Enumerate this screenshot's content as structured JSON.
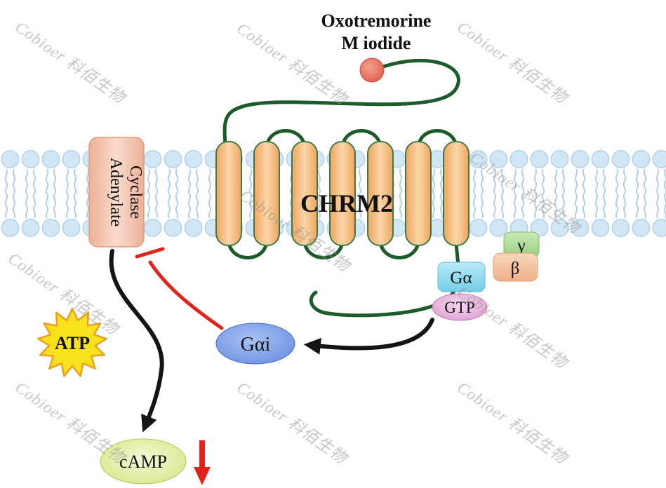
{
  "title": {
    "line1": "Oxotremorine",
    "line2": "M iodide"
  },
  "receptor": {
    "label": "CHRM2"
  },
  "enzyme": {
    "line1": "Adenylate",
    "line2": "Cyclase"
  },
  "g_protein": {
    "alpha": "Gα",
    "beta": "β",
    "gamma": "γ",
    "gtp": "GTP",
    "alpha_i": "Gαi"
  },
  "molecules": {
    "atp": "ATP",
    "camp": "cAMP"
  },
  "watermark": {
    "text": "Cobioer 科佰生物"
  },
  "colors": {
    "loop_green": "#1c5b2a",
    "arrow_black": "#141414",
    "inhibit_red": "#e0241b",
    "atp_text_green": "#00a651",
    "membrane_blue": "#d2e7f5",
    "membrane_outline": "#afd0e8",
    "helix_orange": "#f5bc83",
    "gai_blue": "#5b82dd",
    "gtp_pink": "#d893cb",
    "camp_green": "#cfe16e",
    "ligand_red": "#dd5242"
  }
}
